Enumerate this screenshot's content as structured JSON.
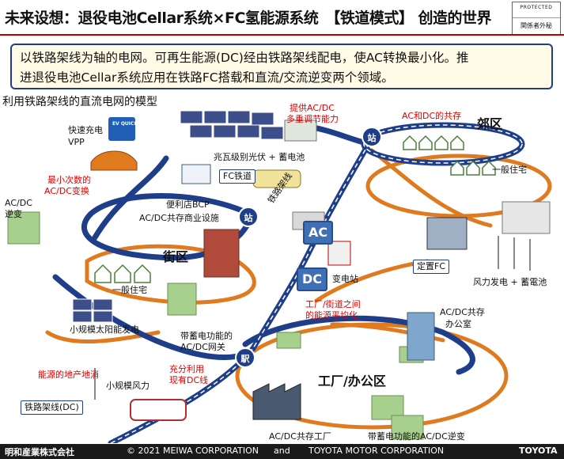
{
  "header": {
    "title": "未来设想：退役电池Cellar系统×FC氢能源系统　【铁道模式】 创造的世界",
    "protected_label": "PROTECTED",
    "protected_text": "関係者外秘"
  },
  "summary": {
    "line1": "以铁路架线为轴的电网。可再生能源(DC)经由铁路架线配电，使AC转换最小化。推",
    "line2": "进退役电池Cellar系统应用在铁路FC搭载和直流/交流逆变两个领域。"
  },
  "subtitle": "利用铁路架线的直流电网的模型",
  "labels": {
    "ev_quick": "EV QUICK",
    "fast_charge": "快速充电",
    "vpp": "VPP",
    "min_acdc_1": "最小次数的",
    "min_acdc_2": "AC/DC变换",
    "acdc_inverter_1": "AC/DC",
    "acdc_inverter_2": "逆变",
    "mw_solar": "兆瓦级别光伏 + 蓄电池",
    "provide_acdc_1": "提供AC/DC",
    "provide_acdc_2": "多重调节能力",
    "ac_dc_coexist": "AC和DC的共存",
    "suburb": "郊区",
    "general_housing_right": "一般住宅",
    "fc_railway": "FC铁道",
    "railway_wire_vertical": "铁路架线",
    "convenience_bcp": "便利店BCP",
    "acdc_commercial": "AC/DC共存商业设施",
    "street_area": "街区",
    "general_housing_left": "一般住宅",
    "small_solar": "小规模太阳能发电",
    "ac_badge": "AC",
    "dc_badge": "DC",
    "substation": "变电站",
    "stationary_fc": "定置FC",
    "wind_storage": "风力发电 + 蓄電池",
    "factory_street_balance_1": "工厂/街道之间",
    "factory_street_balance_2": "的能源平均化",
    "acdc_office_1": "AC/DC共存",
    "acdc_office_2": "办公室",
    "storage_gateway_1": "带蓄电功能的",
    "storage_gateway_2": "AC/DC网关",
    "local_energy": "能源的地产地消",
    "small_wind": "小规模风力",
    "use_dc_line_1": "充分利用",
    "use_dc_line_2": "现有DC线",
    "factory_office": "工厂/办公区",
    "railway_wire_dc": "铁路架线(DC)",
    "acdc_factory": "AC/DC共存工厂",
    "storage_inverter": "带蓄电功能的AC/DC逆变",
    "station_char": "站",
    "station_char_2": "駅"
  },
  "footer": {
    "company_left": "明和産業株式会社",
    "copyright": "© 2021 MEIWA CORPORATION",
    "and": "and",
    "toyota_corp": "TOYOTA MOTOR CORPORATION",
    "toyota": "TOYOTA"
  },
  "colors": {
    "accent_red": "#c00000",
    "rail_blue": "#1f3e8a",
    "grid_orange": "#e07a1f",
    "battery_green": "#a8d08d"
  }
}
